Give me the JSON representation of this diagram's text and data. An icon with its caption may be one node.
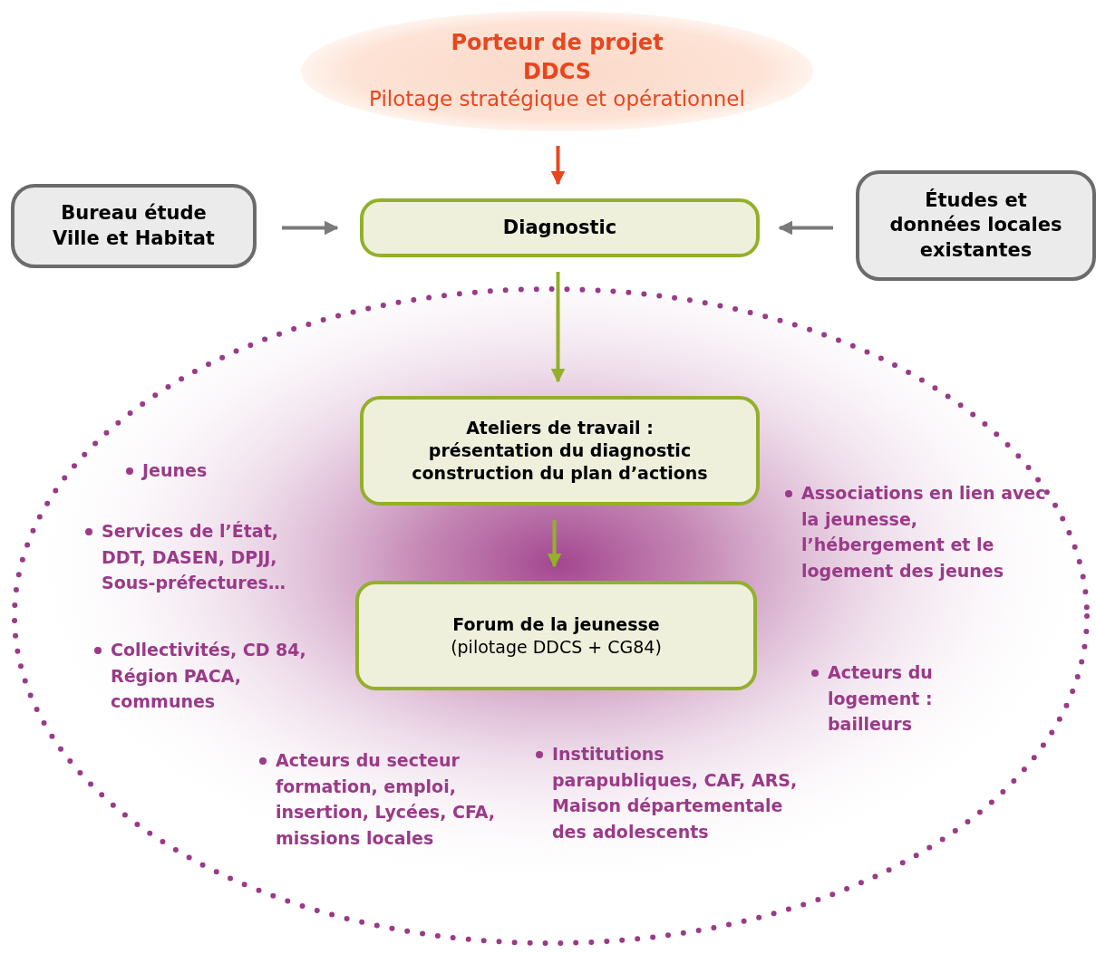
{
  "diagram": {
    "nodes": [
      {
        "text": [
          "Porteur de projet DDCS",
          "Pilotage stratégique et opérationnel"
        ]
      },
      {
        "text": [
          "Bureau étude Ville et Habitat"
        ]
      },
      {
        "text": [
          "Diagnostic"
        ]
      },
      {
        "text": [
          "Études et données locales existantes"
        ]
      },
      {
        "text": [
          "Jeunes",
          "Services de l’État, DDT, DASEN, DPJJ, Sous-préfectures…",
          "Collectivités, CD 84, Région PACA, communes",
          "Acteurs du secteur formation, emploi, insertion, Lycées, CFA, missions locales",
          "Institutions parapubliques, CAF, ARS, Maison départementale des adolescents",
          "Associations en lien avec la jeunesse, l’hébergement et le logement des jeunes",
          "Acteurs du logement : bailleurs"
        ]
      },
      {
        "text": [
          "Ateliers de travail :",
          "présentation du diagnostic construction du plan d’actions"
        ],
        "in": 4
      },
      {
        "text": [
          "Forum de la jeunesse",
          "(pilotage DDCS + CG84)"
        ],
        "in": 4
      }
    ],
    "edges": [
      {
        "from": 0,
        "to": 2,
        "arrow": "to",
        "color": "#e8461e"
      },
      {
        "from": 1,
        "to": 2,
        "arrow": "to",
        "color": "#7a7a7a"
      },
      {
        "from": 3,
        "to": 2,
        "arrow": "to",
        "color": "#7a7a7a"
      },
      {
        "from": 2,
        "to": 5,
        "arrow": "to",
        "color": "#93b02a"
      },
      {
        "from": 5,
        "to": 6,
        "arrow": "to",
        "color": "#93b02a"
      }
    ]
  }
}
